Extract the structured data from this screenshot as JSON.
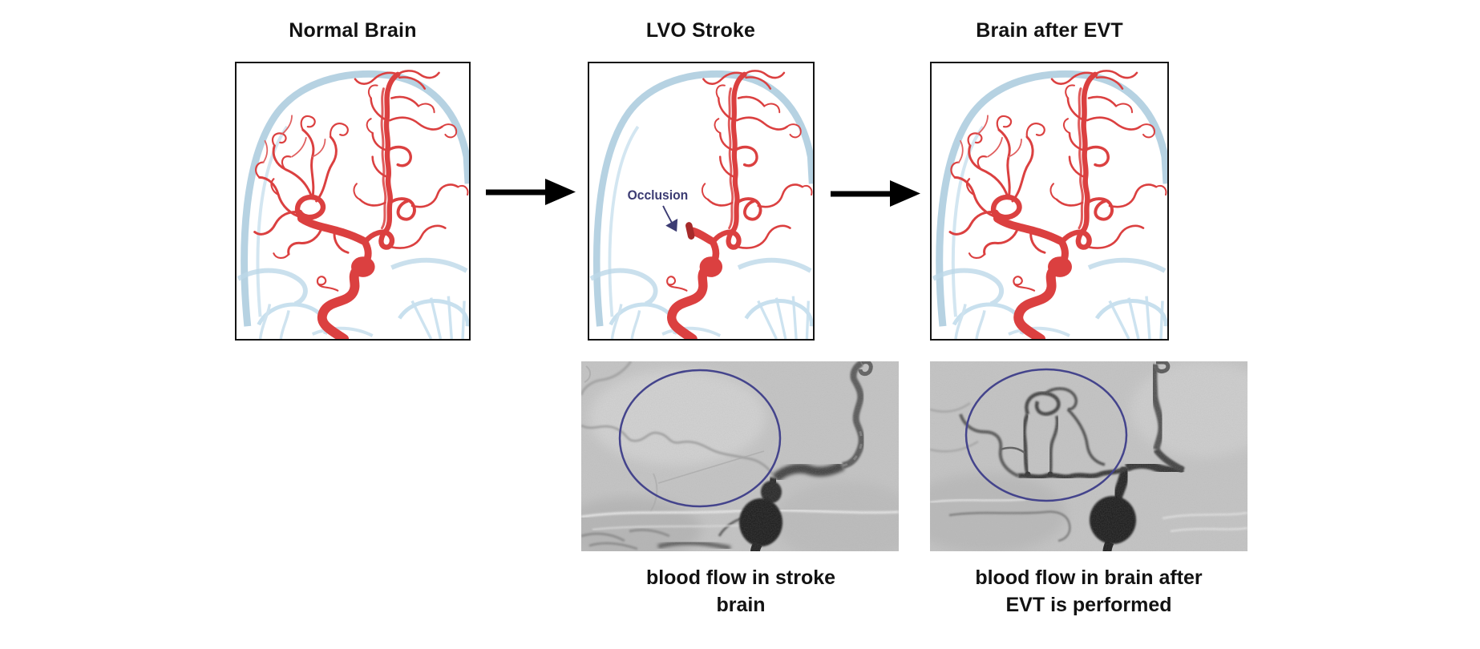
{
  "figure_type": "stroke-EVT-explainer-diagram",
  "background": "#ffffff",
  "panels": [
    {
      "title": "Normal Brain"
    },
    {
      "title": "LVO Stroke",
      "annotation_label": "Occlusion"
    },
    {
      "title": "Brain after EVT"
    }
  ],
  "angiograms": [
    {
      "caption_line1": "blood flow in stroke",
      "caption_line2": "brain"
    },
    {
      "caption_line1": "blood flow in brain after",
      "caption_line2": "EVT is performed"
    }
  ],
  "icons": {
    "flow_arrow": "black-right-arrow",
    "occlusion_pointer": "thin-down-right-arrow",
    "roi_marker": "navy-ellipse-outline"
  },
  "colors": {
    "title_text": "#121212",
    "caption_text": "#121212",
    "annotation_text": "#3c3c73",
    "roi_ellipse": "#44448c",
    "vessel_red": "#db4040",
    "skull_blue": "#aecddf",
    "flow_arrow": "#000000",
    "panel_border": "#141414",
    "angiogram_background": "#c5c5c5"
  }
}
